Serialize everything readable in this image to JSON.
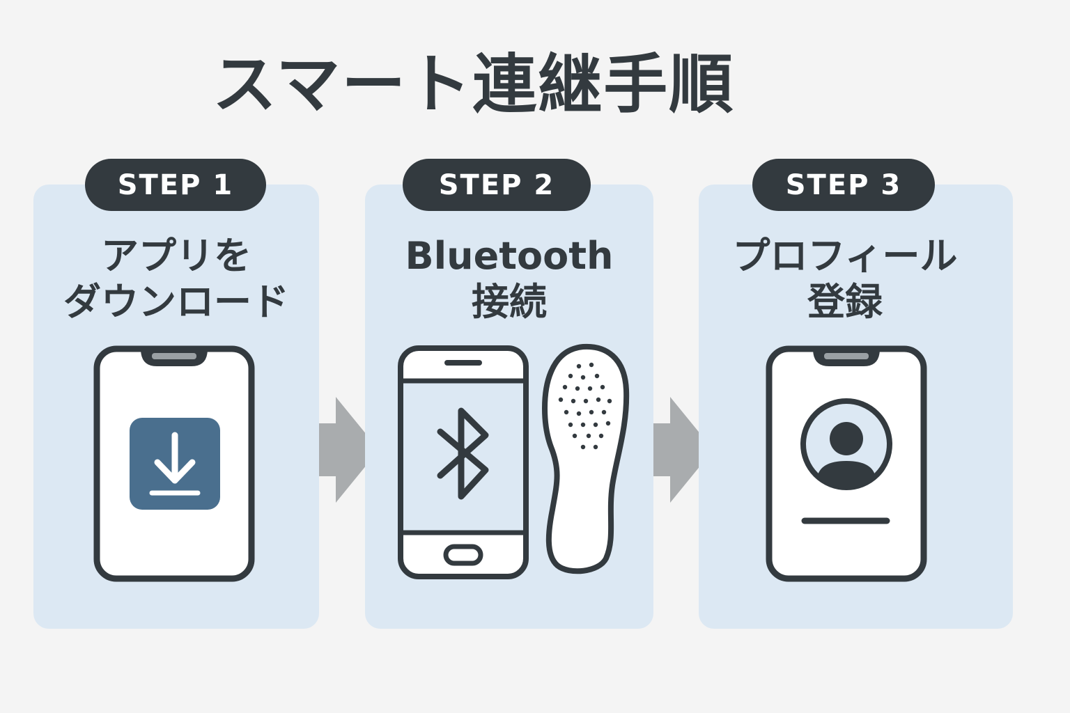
{
  "title": "スマート連継手順",
  "steps": [
    {
      "badge": "STEP 1",
      "label_line1": "アプリを",
      "label_line2": "ダウンロード",
      "icon": "phone-download-icon"
    },
    {
      "badge": "STEP 2",
      "label_line1": "Bluetooth",
      "label_line2": "接続",
      "icon": "bluetooth-phone-insole-icon"
    },
    {
      "badge": "STEP 3",
      "label_line1": "プロフィール",
      "label_line2": "登録",
      "icon": "phone-profile-icon"
    }
  ],
  "colors": {
    "background": "#f4f4f4",
    "card": "#dce8f3",
    "dark": "#333a3f",
    "accent": "#4a6f8e",
    "arrow": "#a9acae"
  }
}
